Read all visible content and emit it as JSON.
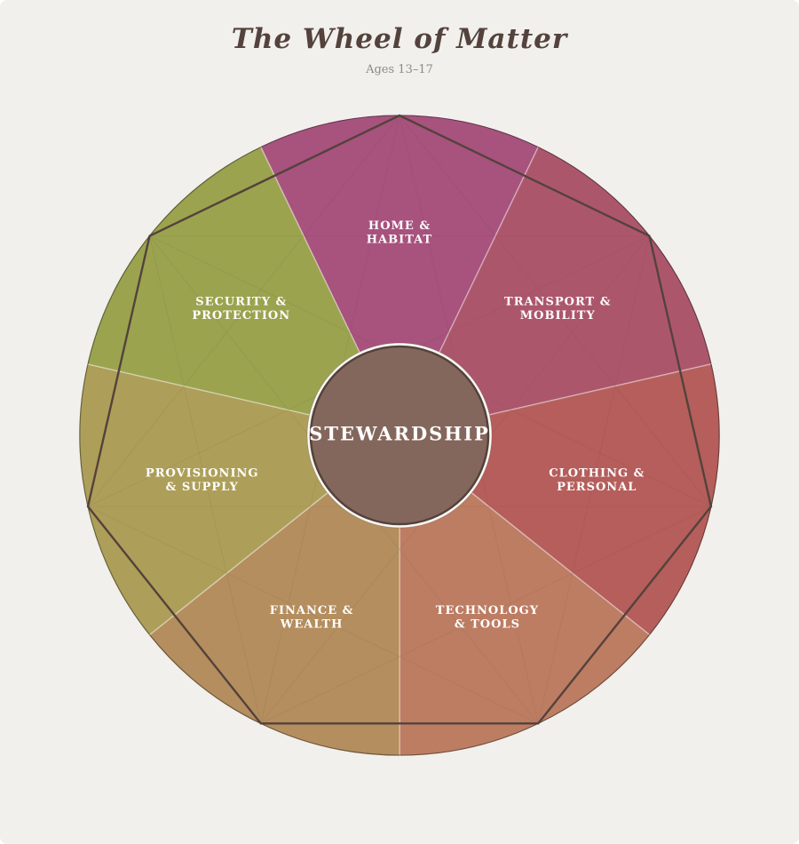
{
  "title": "The Wheel of Matter",
  "subtitle": "Ages 13–17",
  "hub": {
    "label": "STEWARDSHIP",
    "color": "#84675c"
  },
  "segments": [
    {
      "lines": [
        "HOME &",
        "HABITAT"
      ],
      "color": "#a8527e"
    },
    {
      "lines": [
        "TRANSPORT &",
        "MOBILITY"
      ],
      "color": "#ac566c"
    },
    {
      "lines": [
        "CLOTHING &",
        "PERSONAL"
      ],
      "color": "#b55e5b"
    },
    {
      "lines": [
        "TECHNOLOGY",
        "& TOOLS"
      ],
      "color": "#bd7d63"
    },
    {
      "lines": [
        "FINANCE &",
        "WEALTH"
      ],
      "color": "#b48e5e"
    },
    {
      "lines": [
        "PROVISIONING",
        "& SUPPLY"
      ],
      "color": "#ad9f59"
    },
    {
      "lines": [
        "SECURITY &",
        "PROTECTION"
      ],
      "color": "#9ba34f"
    }
  ],
  "colors": {
    "background": "#f1f0ec",
    "outline": "#54423c"
  }
}
